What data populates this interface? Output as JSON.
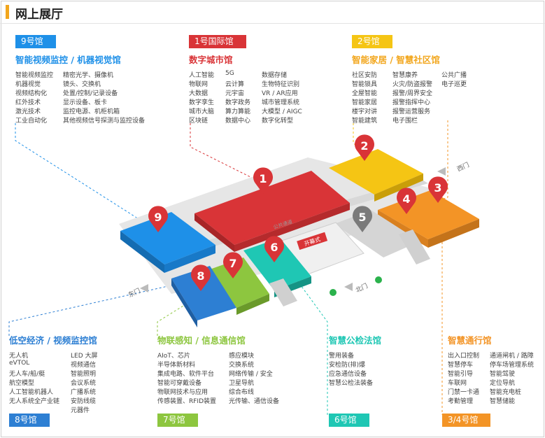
{
  "header": {
    "title": "网上展厅"
  },
  "colors": {
    "hall9": "#1e90e8",
    "hall1": "#d93437",
    "hall2": "#f5c514",
    "hall34": "#f39426",
    "hall5": "#8c8c8c",
    "hall6": "#1fc7b4",
    "hall7": "#8dc63f",
    "hall8": "#2d7fd3"
  },
  "halls": {
    "h9": {
      "tag": "9号馆",
      "subtitle": "智能视频监控 / 机器视觉馆",
      "items": [
        "智能视频监控",
        "精密光学、摄像机",
        "机器视觉",
        "镜头、交换机",
        "视频结构化",
        "处置/控制/记录设备",
        "红外技术",
        "显示设备、板卡",
        "激光技术",
        "监控电源、机柜机箱",
        "工业自动化",
        "其他视频信号探测与监控设备"
      ]
    },
    "h1": {
      "tag": "1号国际馆",
      "subtitle": "数字城市馆",
      "items": [
        "人工智能",
        "5G",
        "数据存储",
        "物联网",
        "云计算",
        "生物特征识别",
        "大数据",
        "元宇宙",
        "VR / AR应用",
        "数字孪生",
        "数字政务",
        "城市管理系统",
        "城市大脑",
        "算力算能",
        "大模型 / AIGC",
        "区块链",
        "数据中心",
        "数字化转型"
      ]
    },
    "h2": {
      "tag": "2号馆",
      "subtitle": "智能家居 / 智慧社区馆",
      "items": [
        "社区安防",
        "智慧康养",
        "公共广播",
        "智能锁具",
        "火灾/防盗报警",
        "电子巡更",
        "全屋智能",
        "报警/周界安全",
        "",
        "智能家居",
        "报警指挥中心",
        "",
        "楼宇对讲",
        "报警运营服务",
        "",
        "智能建筑",
        "电子围栏",
        ""
      ]
    },
    "h8": {
      "tag": "8号馆",
      "subtitle": "低空经济 / 视频监控馆",
      "items": [
        "无人机",
        "LED 大屏",
        "eVTOL",
        "视频通信",
        "无人车/船/艇",
        "智能照明",
        "航空模型",
        "会议系统",
        "人工智能机器人",
        "广播系统",
        "无人系统全产业链",
        "安防线缆",
        "",
        "元器件"
      ]
    },
    "h7": {
      "tag": "7号馆",
      "subtitle": "物联感知 / 信息通信馆",
      "items": [
        "AIoT、芯片",
        "感应模块",
        "半导体新材料",
        "交换系统",
        "集成电路、软件平台",
        "网络传输 / 安全",
        "智能可穿戴设备",
        "卫星导航",
        "物联网技术与应用",
        "综合布线",
        "传感装置、RFID装置",
        "光传输、通信设备"
      ]
    },
    "h6": {
      "tag": "6号馆",
      "subtitle": "智慧公检法馆",
      "items": [
        "警用装备",
        "安检防(排)爆",
        "应急通信设备",
        "智慧公检法装备"
      ]
    },
    "h34": {
      "tag": "3/4号馆",
      "subtitle": "智慧通行馆",
      "items": [
        "出入口控制",
        "通道闸机 / 路障",
        "智慧停车",
        "停车场管理系统",
        "智能引导",
        "智能驾驶",
        "车联网",
        "定位导航",
        "门禁一卡通",
        "智能充电桩",
        "考勤管理",
        "智慧储能"
      ]
    }
  },
  "map": {
    "pins": [
      "1",
      "2",
      "3",
      "4",
      "5",
      "6",
      "7",
      "8",
      "9"
    ],
    "gates": {
      "west": "东门",
      "east": "西门",
      "north": "北门"
    },
    "center_sign": "开幕式",
    "center_text": "公共通道"
  }
}
